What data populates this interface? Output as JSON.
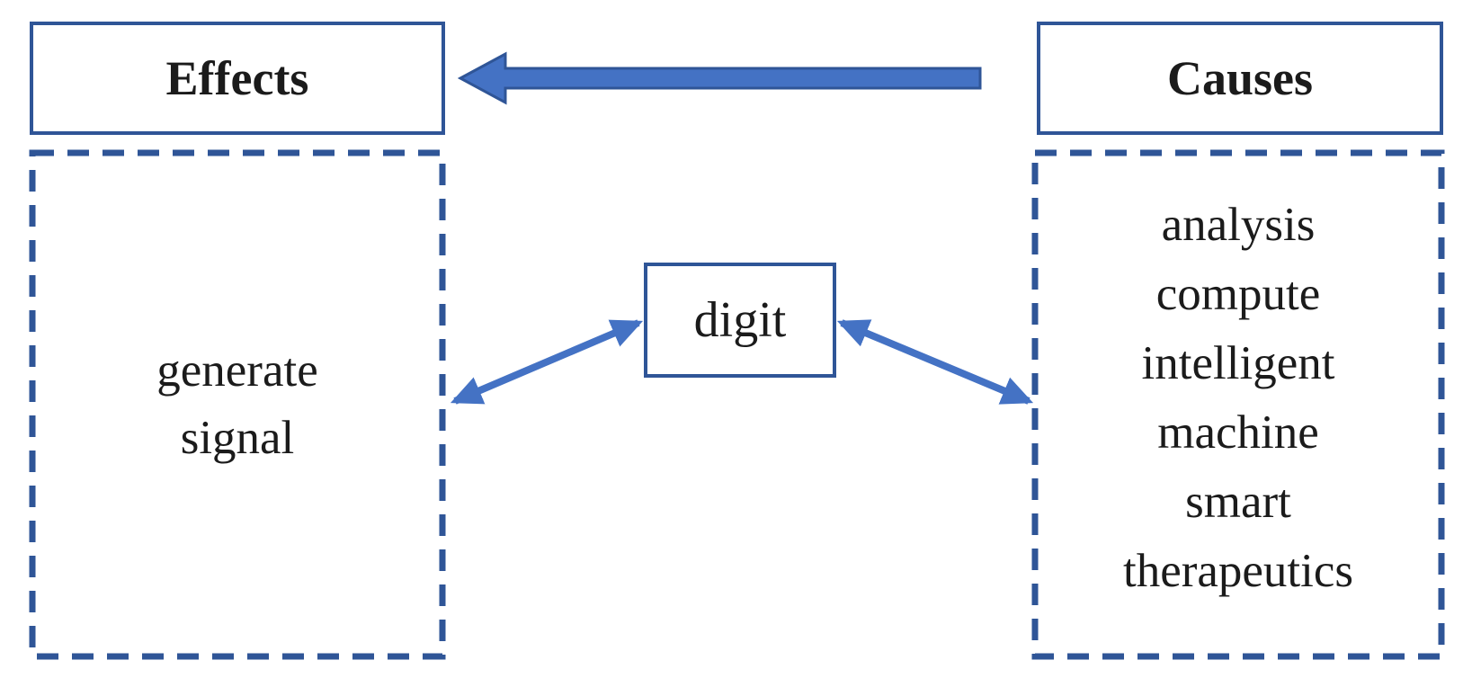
{
  "diagram": {
    "effects_header": "Effects",
    "causes_header": "Causes",
    "center_node": "digit",
    "effects_lines": [
      "generate",
      "signal"
    ],
    "causes_lines": [
      "analysis",
      "compute",
      "intelligent",
      "machine",
      "smart",
      "therapeutics"
    ],
    "relations": {
      "main_arrow": "causes-to-effects",
      "left_link": "effects-keywords to digit (bidirectional)",
      "right_link": "digit to causes-keywords (bidirectional)"
    }
  },
  "colors": {
    "border_blue": "#2F5597",
    "arrow_blue": "#4472C4",
    "text_black": "#1b1b1b",
    "bg": "#ffffff"
  }
}
